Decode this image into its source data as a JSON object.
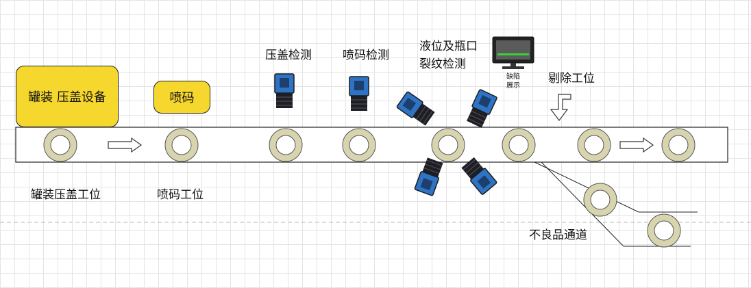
{
  "stations": {
    "can_cap_box": "罐装 压盖设备",
    "code_box": "喷码",
    "cap_check": "压盖检测",
    "code_check": "喷码检测",
    "liquid_check_line1": "液位及瓶口",
    "liquid_check_line2": "裂纹检测",
    "reject": "剔除工位",
    "monitor_line1": "缺陷",
    "monitor_line2": "展示"
  },
  "bottom_labels": {
    "can_cap_position": "罐装压盖工位",
    "code_position": "喷码工位",
    "defect_channel": "不良品通道"
  },
  "colors": {
    "box_fill": "#f6d72e",
    "ring_fill": "#d8d4b0",
    "camera_body": "#2f74c4",
    "camera_dark": "#1e1e26"
  }
}
